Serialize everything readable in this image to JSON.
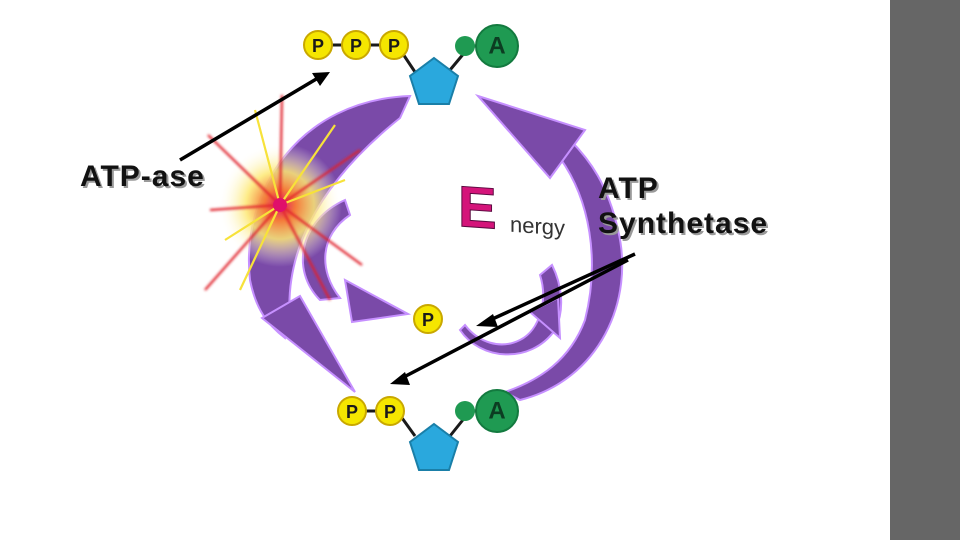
{
  "labels": {
    "atpase": "ATP-ase",
    "synthetase_line1": "ATP",
    "synthetase_line2": "Synthetase"
  },
  "atp_molecule": {
    "phosphates": [
      "P",
      "P",
      "P"
    ],
    "base": "A"
  },
  "adp_molecule": {
    "phosphates": [
      "P",
      "P"
    ],
    "base": "A"
  },
  "free_phosphate": "P",
  "energy_text": {
    "initial": "E",
    "rest": "nergy"
  },
  "colors": {
    "phosphate_yellow": "#f5e600",
    "ribose_blue": "#2aa8dd",
    "adenine_green": "#1f9a52",
    "cycle_arrow_purple": "#7a4aa8",
    "energy_magenta": "#d4147a",
    "right_bar_gray": "#666666"
  }
}
